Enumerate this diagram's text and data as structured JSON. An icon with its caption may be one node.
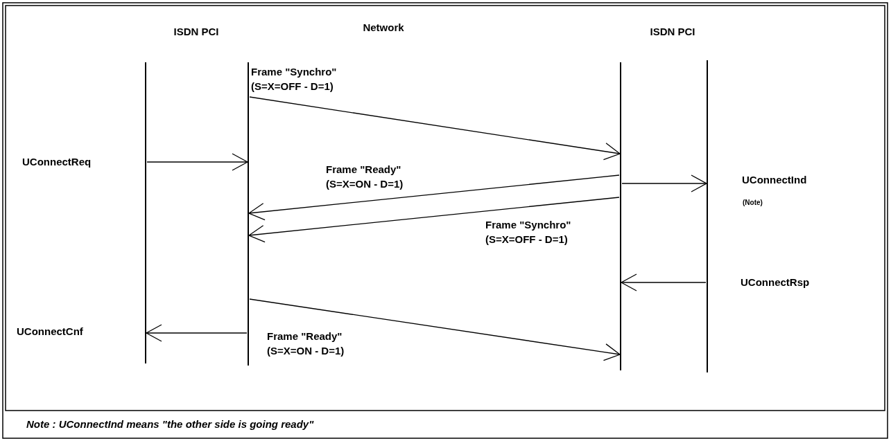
{
  "diagram": {
    "nodes": [
      {
        "text": [],
        "shape": "bar"
      },
      {
        "text": [],
        "shape": "bar"
      },
      {
        "text": [],
        "shape": "bar"
      },
      {
        "text": [],
        "shape": "bar"
      }
    ],
    "edges": [
      {
        "from": 1,
        "to": 2,
        "arrow": "to",
        "label": "Frame \"Synchro\" (S=X=OFF - D=1)"
      },
      {
        "from": 0,
        "to": 1,
        "arrow": "to"
      },
      {
        "from": 2,
        "to": 1,
        "arrow": "to",
        "label": "Frame \"Ready\" (S=X=ON - D=1)"
      },
      {
        "from": 2,
        "to": 3,
        "arrow": "to"
      },
      {
        "from": 2,
        "to": 1,
        "arrow": "to",
        "label": "Frame \"Synchro\" (S=X=OFF - D=1)"
      },
      {
        "from": 3,
        "to": 2,
        "arrow": "to"
      },
      {
        "from": 1,
        "to": 2,
        "arrow": "to",
        "label": "Frame \"Ready\" (S=X=ON - D=1)"
      },
      {
        "from": 1,
        "to": 0,
        "arrow": "to"
      }
    ],
    "labels": [
      "ISDN PCI",
      "Network",
      "ISDN PCI",
      "UConnectReq",
      "UConnectInd",
      "(Note)",
      "UConnectRsp",
      "UConnectCnf",
      "Note : UConnectInd means \"the other side is going ready\""
    ]
  }
}
